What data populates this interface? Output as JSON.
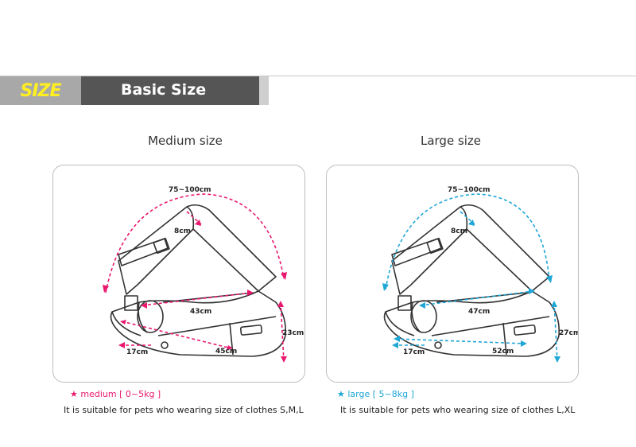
{
  "header": {
    "section_label": "SIZE",
    "title": "Basic Size"
  },
  "colors": {
    "medium_accent": "#e8186e",
    "large_accent": "#1ea6d6"
  },
  "panels": [
    {
      "title": "Medium size",
      "strap_length": "75~100cm",
      "strap_width": "8cm",
      "length_top": "43cm",
      "length_bottom": "45cm",
      "height": "23cm",
      "depth": "17cm",
      "star": "★",
      "range_label": "medium [ 0~5kg ]",
      "description": "It is suitable for pets who wearing  size of clothes S,M,L"
    },
    {
      "title": "Large size",
      "strap_length": "75~100cm",
      "strap_width": "8cm",
      "length_top": "47cm",
      "length_bottom": "52cm",
      "height": "27cm",
      "depth": "17cm",
      "star": "★",
      "range_label": "large [ 5~8kg ]",
      "description": "It is suitable for pets who wearing size of clothes L,XL"
    }
  ]
}
